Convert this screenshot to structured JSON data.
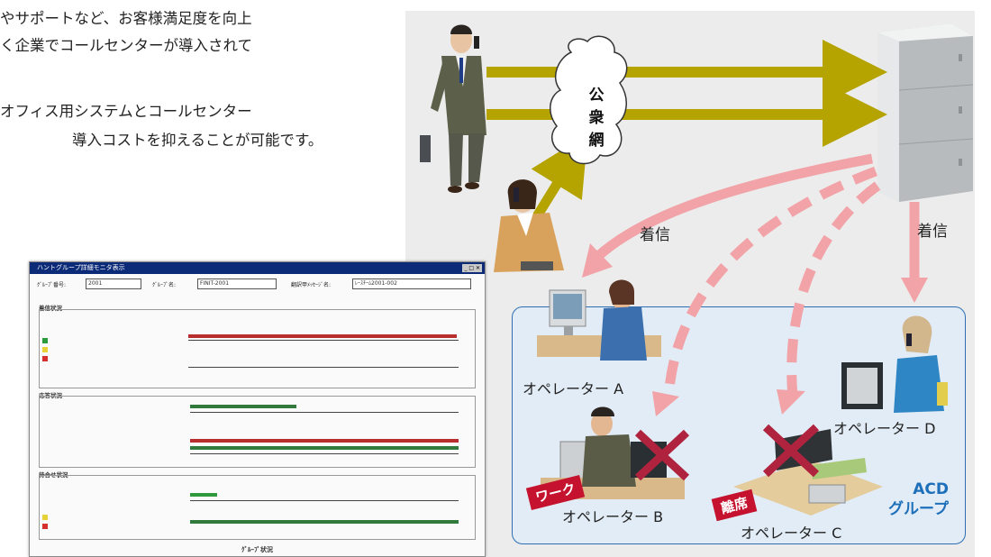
{
  "intro": {
    "line1": "やサポートなど、お客様満足度を向上",
    "line2": "く企業でコールセンターが導入されて",
    "line3": "オフィス用システムとコールセンター",
    "line4": "導入コストを抑えることが可能です。"
  },
  "diagram": {
    "network": "公衆網",
    "incoming_left": "着信",
    "incoming_right": "着信",
    "operator_a": "オペレーター A",
    "operator_b": "オペレーター B",
    "operator_c": "オペレーター C",
    "operator_d": "オペレーター D",
    "tag_work": "ワーク",
    "tag_away": "離席",
    "acd_line1": "ACD",
    "acd_line2": "グループ",
    "colors": {
      "arrow_olive": "#b5a300",
      "arrow_pink": "#f2a3a8",
      "cross": "#b0233e",
      "acd_blue": "#1d6fba"
    }
  },
  "screenshot": {
    "title": "ハントグループ詳細モニタ表示",
    "group_no_label": "ｸﾞﾙｰﾌﾟ番号:",
    "group_no_value": "2001",
    "group_name_label": "ｸﾞﾙｰﾌﾟ名:",
    "group_name_value": "FINIT-2001",
    "message_label": "翻訳甲ﾒｯｾｰｼﾞ名:",
    "message_value": "ﾚｰｽﾁｰﾑ2001-002",
    "section1": "着信状況",
    "section2": "応答状況",
    "section3": "待合せ状況",
    "footer": "ｸﾞﾙｰﾌﾟ状況"
  }
}
